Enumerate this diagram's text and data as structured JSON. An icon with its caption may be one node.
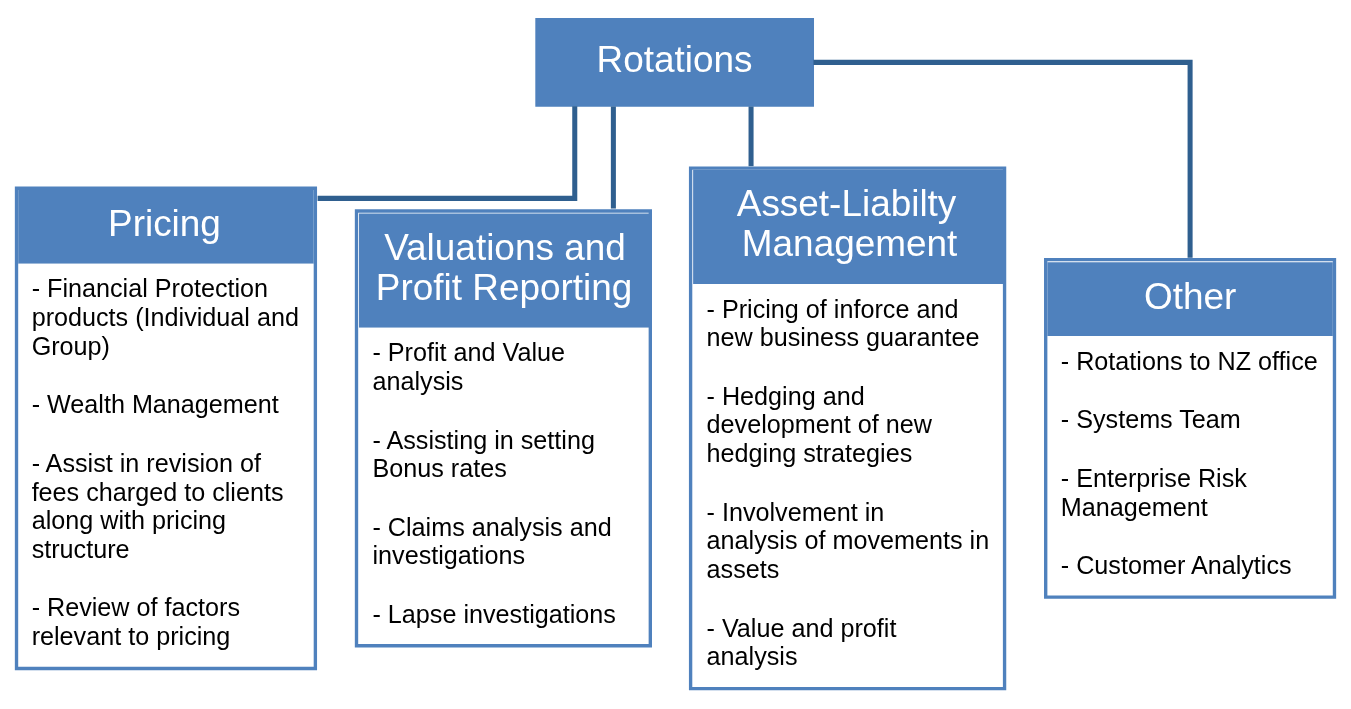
{
  "diagram": {
    "nodes": [
      {
        "text": [
          "Rotations"
        ]
      },
      {
        "text": [
          "Pricing",
          "- Financial Protection products (Individual and Group)",
          "- Wealth Management",
          "- Assist in revision of fees charged to clients along with pricing structure",
          "- Review of factors relevant to pricing"
        ]
      },
      {
        "text": [
          "Valuations and Profit Reporting",
          "- Profit and Value analysis",
          "- Assisting in setting Bonus rates",
          "- Claims analysis and investigations",
          "- Lapse investigations"
        ]
      },
      {
        "text": [
          "Asset-Liabilty Management",
          "- Pricing of inforce and new business guarantee",
          "- Hedging and development of new hedging strategies",
          "- Involvement in analysis of movements in assets",
          "- Value and profit analysis"
        ]
      },
      {
        "text": [
          "Other",
          "- Rotations to NZ office",
          "- Systems Team",
          "- Enterprise Risk Management",
          "- Customer Analytics"
        ]
      }
    ],
    "edges": [
      {
        "from": 0,
        "to": 1,
        "arrow": "none"
      },
      {
        "from": 0,
        "to": 2,
        "arrow": "none"
      },
      {
        "from": 0,
        "to": 3,
        "arrow": "none"
      },
      {
        "from": 0,
        "to": 4,
        "arrow": "none"
      }
    ]
  }
}
